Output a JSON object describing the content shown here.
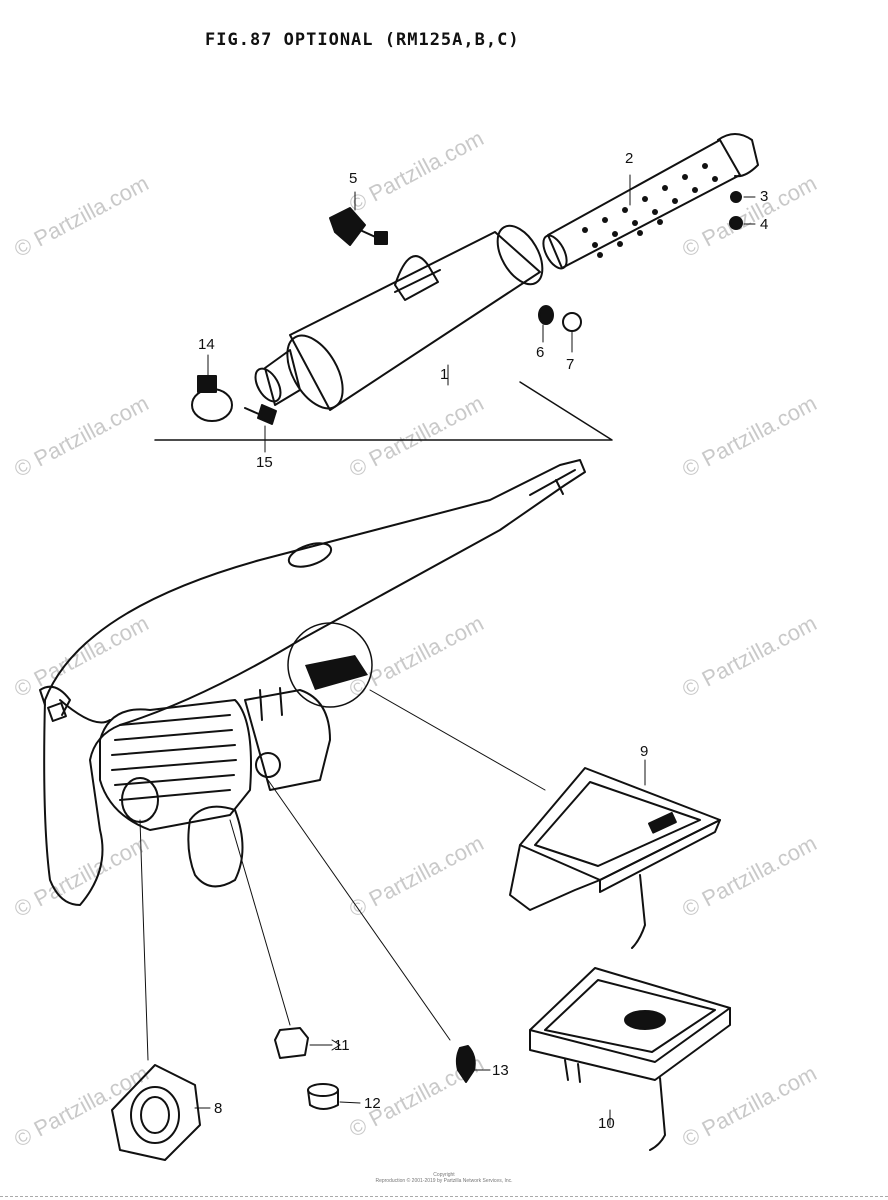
{
  "title": "FIG.87  OPTIONAL (RM125A,B,C)",
  "watermark": "© Partzilla.com",
  "callouts": [
    "1",
    "2",
    "3",
    "4",
    "5",
    "6",
    "7",
    "8",
    "9",
    "10",
    "11",
    "12",
    "13",
    "14",
    "15"
  ],
  "footer": {
    "line1": "Copyright",
    "line2": "Reproduction © 2001-2019 by Partzilla Network Services, Inc."
  }
}
